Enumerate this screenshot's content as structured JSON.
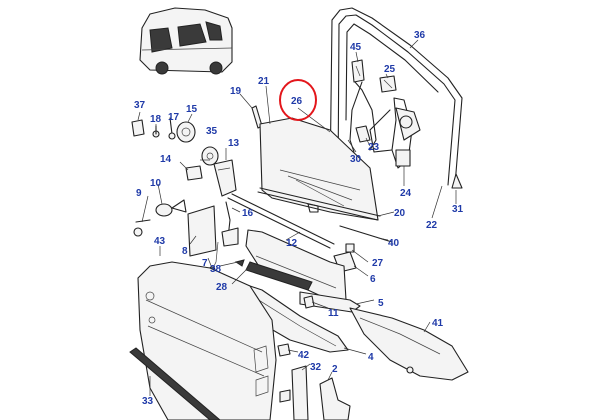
{
  "diagram": {
    "highlight_color": "#e3161b",
    "callout_color": "#1f3aa8",
    "highlighted_callout": "26",
    "callouts": {
      "c36": "36",
      "c45": "45",
      "c25": "25",
      "c21": "21",
      "c26": "26",
      "c19": "19",
      "c37": "37",
      "c17": "17",
      "c15": "15",
      "c18": "18",
      "c35": "35",
      "c13": "13",
      "c14": "14",
      "c30": "30",
      "c23": "23",
      "c24": "24",
      "c31": "31",
      "c22": "22",
      "c20": "20",
      "c9": "9",
      "c10": "10",
      "c16": "16",
      "c12": "12",
      "c40": "40",
      "c43": "43",
      "c8": "8",
      "c27": "27",
      "c6": "6",
      "c7": "7",
      "c38": "38",
      "c28": "28",
      "c5": "5",
      "c11": "11",
      "c41": "41",
      "c42": "42",
      "c4": "4",
      "c32": "32",
      "c2": "2",
      "c33": "33"
    }
  }
}
